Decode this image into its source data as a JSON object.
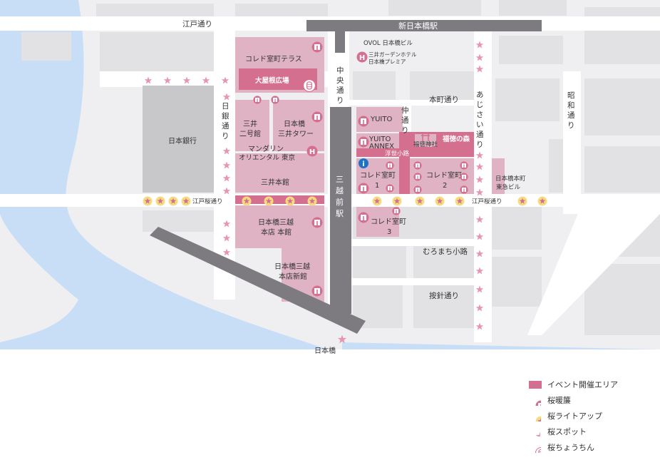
{
  "map": {
    "roads": {
      "edo_dori": "江戸通り",
      "nichigin_dori": "日銀通り",
      "chuo_dori": "中央通り",
      "naka_dori": "仲通り",
      "ajisai_dori": "あじさい通り",
      "showa_dori": "昭和通り",
      "honcho_dori": "本町通り",
      "edo_sakura_dori_west": "江戸桜通り",
      "edo_sakura_dori_east": "江戸桜通り",
      "muromachi_koji": "むろまち小路",
      "harihari_dori": "按針通り",
      "ukiyo_koji": "浮世小路"
    },
    "stations": {
      "shin_nihonbashi": "新日本橋駅",
      "mitsukoshimae": "三越前駅"
    },
    "buildings": {
      "coredo_terrace": "コレド室町テラス",
      "oyane_hiroba": "大屋根広場",
      "ovol": "OVOL 日本橋ビル",
      "mitsui_garden_1": "三井ガーデンホテル",
      "mitsui_garden_2": "日本橋プレミア",
      "mitsui_2": "三井\n二号館",
      "mitsui_tower": "日本橋\n三井タワー",
      "mandarin": "マンダリン\nオリエンタル 東京",
      "boj": "日本銀行",
      "mitsui_honkan": "三井本館",
      "yuito": "YUITO",
      "yuito_annex": "YUITO\nANNEX",
      "fukutoku_shrine": "福徳神社",
      "fukutoku_mori": "福徳の森",
      "coredo_1": "コレド室町\n1",
      "coredo_2": "コレド室町\n2",
      "coredo_3": "コレド室町\n3",
      "tokyu": "日本橋本町\n東急ビル",
      "mitsukoshi_honkan": "日本橋三越\n本店 本館",
      "mitsukoshi_shinkan": "日本橋三越\n本店新館",
      "nihonbashi": "日本橋"
    },
    "colors": {
      "water": "#c8def7",
      "land": "#efeff1",
      "event_area": "#e0b3c4",
      "event_area_dark": "#d56f8f",
      "boj": "#c8c8ca",
      "rail": "#7d7a80",
      "star_pink": "#e696b3",
      "star_yellow": "#f5dc80"
    }
  },
  "legend": {
    "event_area": "イベント開催エリア",
    "sakura_noren": "桜暖簾",
    "sakura_lightup": "桜ライトアップ",
    "sakura_spot": "桜スポット",
    "sakura_lantern": "桜ちょうちん"
  }
}
